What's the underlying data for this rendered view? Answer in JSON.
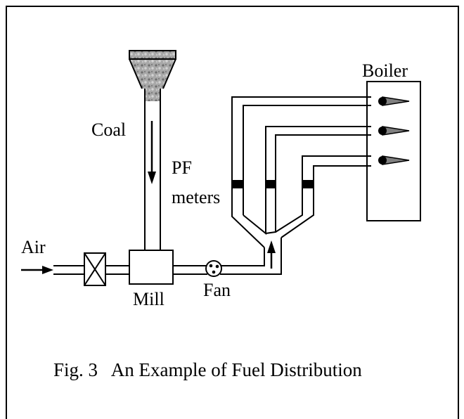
{
  "diagram": {
    "labels": {
      "boiler": "Boiler",
      "coal": "Coal",
      "pf_meters_line1": "PF",
      "pf_meters_line2": "meters",
      "air": "Air",
      "mill": "Mill",
      "fan": "Fan"
    },
    "caption": "Fig. 3   An Example of Fuel Distribution",
    "colors": {
      "line": "#000000",
      "coal_fill": "#9a9a9a",
      "burner_fill": "#808080",
      "background": "#ffffff"
    },
    "components": [
      "coal-hopper",
      "coal-chute",
      "mill",
      "damper",
      "fan",
      "splitter",
      "pf-meter",
      "burner",
      "boiler"
    ],
    "burner_count": 3,
    "pf_meter_count": 3
  }
}
